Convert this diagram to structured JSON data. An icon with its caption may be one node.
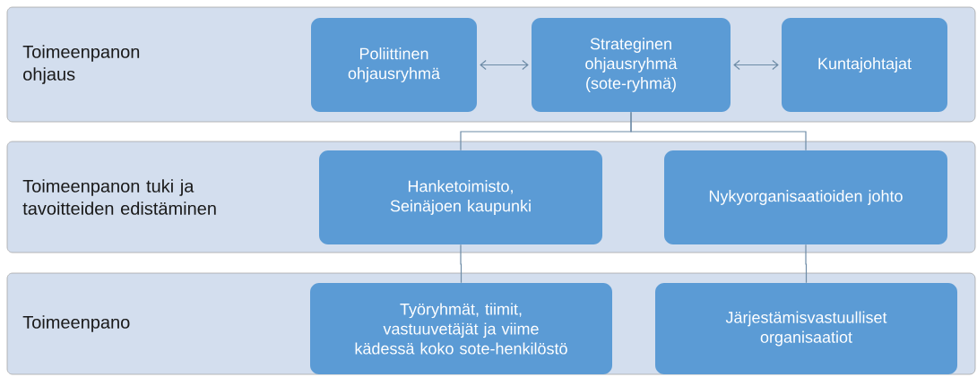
{
  "diagram": {
    "nodes": [
      {
        "text": [
          "Toimeenpanon ohjaus"
        ]
      },
      {
        "text": [
          "Poliittinen ohjausryhmä"
        ],
        "in": 0
      },
      {
        "text": [
          "Strateginen ohjausryhmä (sote-ryhmä)"
        ],
        "in": 0
      },
      {
        "text": [
          "Kuntajohtajat"
        ],
        "in": 0
      },
      {
        "text": [
          "Toimeenpanon tuki ja tavoitteiden edistäminen"
        ]
      },
      {
        "text": [
          "Hanketoimisto, Seinäjoen kaupunki"
        ],
        "in": 4
      },
      {
        "text": [
          "Nykyorganisaatioiden johto"
        ],
        "in": 4
      },
      {
        "text": [
          "Toimeenpano"
        ]
      },
      {
        "text": [
          "Työryhmät, tiimit, vastuuvetäjät ja viime kädessä koko sote-henkilöstö"
        ],
        "in": 7
      },
      {
        "text": [
          "Järjestämisvastuulliset organisaatiot"
        ],
        "in": 7
      }
    ],
    "edges": [
      {
        "from": 1,
        "to": 2,
        "arrow": "both"
      },
      {
        "from": 2,
        "to": 3,
        "arrow": "both"
      },
      {
        "from": 2,
        "to": 5,
        "arrow": "none"
      },
      {
        "from": 2,
        "to": 6,
        "arrow": "none"
      },
      {
        "from": 5,
        "to": 8,
        "arrow": "none"
      },
      {
        "from": 6,
        "to": 9,
        "arrow": "none"
      }
    ]
  }
}
